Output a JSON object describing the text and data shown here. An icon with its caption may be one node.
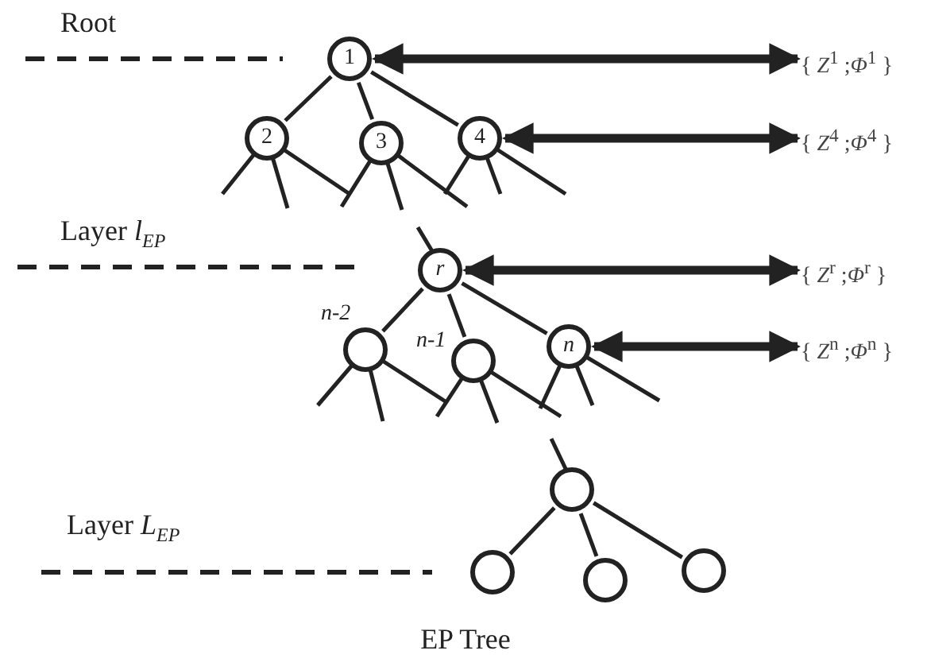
{
  "diagram": {
    "caption": "EP Tree",
    "nodes": [
      {
        "text": [
          "1"
        ]
      },
      {
        "text": [
          "2"
        ]
      },
      {
        "text": [
          "3"
        ]
      },
      {
        "text": [
          "4"
        ]
      },
      {
        "text": [
          "r"
        ]
      },
      {
        "text": [
          "n-2"
        ]
      },
      {
        "text": [
          "n-1"
        ]
      },
      {
        "text": [
          "n"
        ]
      },
      {
        "text": [],
        "shape": "circle"
      },
      {
        "text": [],
        "shape": "circle"
      },
      {
        "text": [],
        "shape": "circle"
      },
      {
        "text": [],
        "shape": "circle"
      },
      {
        "text": [
          "{ *Z*$^{1}$ ;*Φ*$^{1}$ }"
        ]
      },
      {
        "text": [
          "{ *Z*$^{4}$ ;*Φ*$^{4}$ }"
        ]
      },
      {
        "text": [
          "{ *Z*$^{r}$ ;*Φ*$^{r}$ }"
        ]
      },
      {
        "text": [
          "{ *Z*$^{n}$ ;*Φ*$^{n}$ }"
        ]
      }
    ],
    "edges": [
      {
        "from": 0,
        "to": 1,
        "arrow": "none"
      },
      {
        "from": 0,
        "to": 2,
        "arrow": "none"
      },
      {
        "from": 0,
        "to": 3,
        "arrow": "none"
      },
      {
        "from": 4,
        "to": 5,
        "arrow": "none"
      },
      {
        "from": 4,
        "to": 6,
        "arrow": "none"
      },
      {
        "from": 4,
        "to": 7,
        "arrow": "none"
      },
      {
        "from": 8,
        "to": 9,
        "arrow": "none"
      },
      {
        "from": 8,
        "to": 10,
        "arrow": "none"
      },
      {
        "from": 8,
        "to": 11,
        "arrow": "none"
      },
      {
        "from": 0,
        "to": 12,
        "arrow": "both",
        "style": "thick"
      },
      {
        "from": 3,
        "to": 13,
        "arrow": "both",
        "style": "thick"
      },
      {
        "from": 4,
        "to": 14,
        "arrow": "both",
        "style": "thick"
      },
      {
        "from": 7,
        "to": 15,
        "arrow": "both",
        "style": "thick"
      }
    ],
    "labels": [
      "Root",
      "Layer *l*$_{EP}$",
      "Layer *L*$_{EP}$"
    ]
  }
}
